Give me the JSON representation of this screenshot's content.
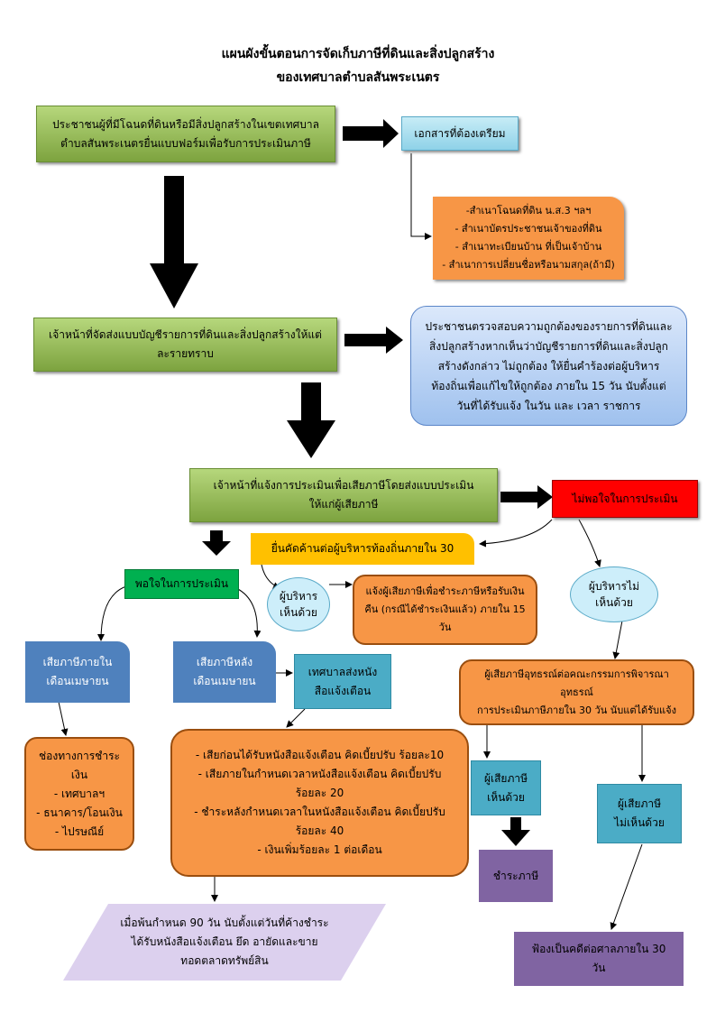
{
  "title": {
    "line1": "แผนผังขั้นตอนการจัดเก็บภาษีที่ดินและสิ่งปลูกสร้าง",
    "line2": "ของเทศบาลตำบลสันพระเนตร"
  },
  "nodes": {
    "start_submit": {
      "line1": "ประชาชนผู้ที่มีโฉนดที่ดินหรือมีสิ่งปลูกสร้างในเขตเทศบาล",
      "line2": "ตำบลสันพระเนตรยื่นแบบฟอร์มเพื่อรับการประเมินภาษี"
    },
    "documents_header": "เอกสารที่ต้องเตรียม",
    "documents_list": [
      "-สำเนาโฉนดที่ดิน น.ส.3 ฯลฯ",
      "- สำเนาบัตรประชาชนเจ้าของที่ดิน",
      "- สำเนาทะเบียนบ้าน ที่เป็นเจ้าบ้าน",
      "- สำเนาการเปลี่ยนชื่อหรือนามสกุล(ถ้ามี)"
    ],
    "staff_send_list": {
      "line1": "เจ้าหน้าที่จัดส่งแบบบัญชีรายการที่ดินและสิ่งปลูกสร้างให้แต่",
      "line2": "ละรายทราบ"
    },
    "citizen_check": [
      "ประชาชนตรวจสอบความถูกต้องของรายการที่ดินและ",
      "สิ่งปลูกสร้างหากเห็นว่าบัญชีรายการที่ดินและสิ่งปลูก",
      "สร้างดังกล่าว ไม่ถูกต้อง ให้ยื่นคำร้องต่อผู้บริหาร",
      "ท้องถิ่นเพื่อแก้ไขให้ถูกต้อง ภายใน 15 วัน นับตั้งแต่",
      "วันที่ได้รับแจ้ง ในวัน และ เวลา ราชการ"
    ],
    "staff_notify": {
      "line1": "เจ้าหน้าที่แจ้งการประเมินเพื่อเสียภาษีโดยส่งแบบประเมิน",
      "line2": "ให้แก่ผู้เสียภาษี"
    },
    "dissatisfied": "ไม่พอใจในการประเมิน",
    "appeal_30": "ยื่นคัดค้านต่อผู้บริหารท้องถิ่นภายใน 30",
    "satisfied": "พอใจในการประเมิน",
    "exec_agree": {
      "line1": "ผู้บริหาร",
      "line2": "เห็นด้วย"
    },
    "notify_refund": {
      "line1": "แจ้งผู้เสียภาษีเพื่อชำระภาษีหรือรับเงิน",
      "line2": "คืน (กรณีได้ชำระเงินแล้ว) ภายใน 15 วัน"
    },
    "exec_disagree": {
      "line1": "ผู้บริหารไม่",
      "line2": "เห็นด้วย"
    },
    "pay_in_april": {
      "line1": "เสียภาษีภายใน",
      "line2": "เดือนเมษายน"
    },
    "pay_after_april": {
      "line1": "เสียภาษีหลัง",
      "line2": "เดือนเมษายน"
    },
    "municipality_notice": {
      "line1": "เทศบาลส่งหนัง",
      "line2": "สือแจ้งเตือน"
    },
    "payment_channels": [
      "ช่องทางการชำระเงิน",
      "- เทศบาลฯ",
      "- ธนาคาร/โอนเงิน",
      "- ไปรษณีย์"
    ],
    "penalties": [
      "- เสียก่อนได้รับหนังสือแจ้งเตือน คิดเบี้ยปรับ ร้อยละ10",
      "- เสียภายในกำหนดเวลาหนังสือแจ้งเตือน คิดเบี้ยปรับ",
      "ร้อยละ 20",
      "- ชำระหลังกำหนดเวลาในหนังสือแจ้งเตือน คิดเบี้ยปรับ",
      "ร้อยละ 40",
      "- เงินเพิ่มร้อยละ 1 ต่อเดือน"
    ],
    "taxpayer_appeal": {
      "line1": "ผู้เสียภาษีอุทธรณ์ต่อคณะกรรมการพิจารณาอุทธรณ์",
      "line2": "การประเมินภาษีภายใน 30 วัน นับแต่ได้รับแจ้ง"
    },
    "taxpayer_agree": {
      "line1": "ผู้เสียภาษี",
      "line2": "เห็นด้วย"
    },
    "taxpayer_disagree": {
      "line1": "ผู้เสียภาษี",
      "line2": "ไม่เห็นด้วย"
    },
    "pay_tax": "ชำระภาษี",
    "seizure": [
      "เมื่อพ้นกำหนด 90 วัน นับตั้งแต่วันที่ค้างชำระ",
      "ได้รับหนังสือแจ้งเตือน ยึด อายัดและขาย",
      "ทอดตลาดทรัพย์สิน"
    ],
    "sue_court": {
      "line1": "ฟ้องเป็นคดีต่อศาลภายใน 30",
      "line2": "วัน"
    }
  },
  "colors": {
    "green_box": "#9bbb59",
    "cyan_box": "#b7e3f3",
    "orange": "#f79646",
    "red": "#ff0000",
    "yellow": "#ffc000",
    "green_solid": "#00b050",
    "blue_doc": "#4f81bd",
    "teal": "#4bacc6",
    "purple": "#8064a2",
    "lavender": "#dcd0ee",
    "arrow": "#000000"
  }
}
